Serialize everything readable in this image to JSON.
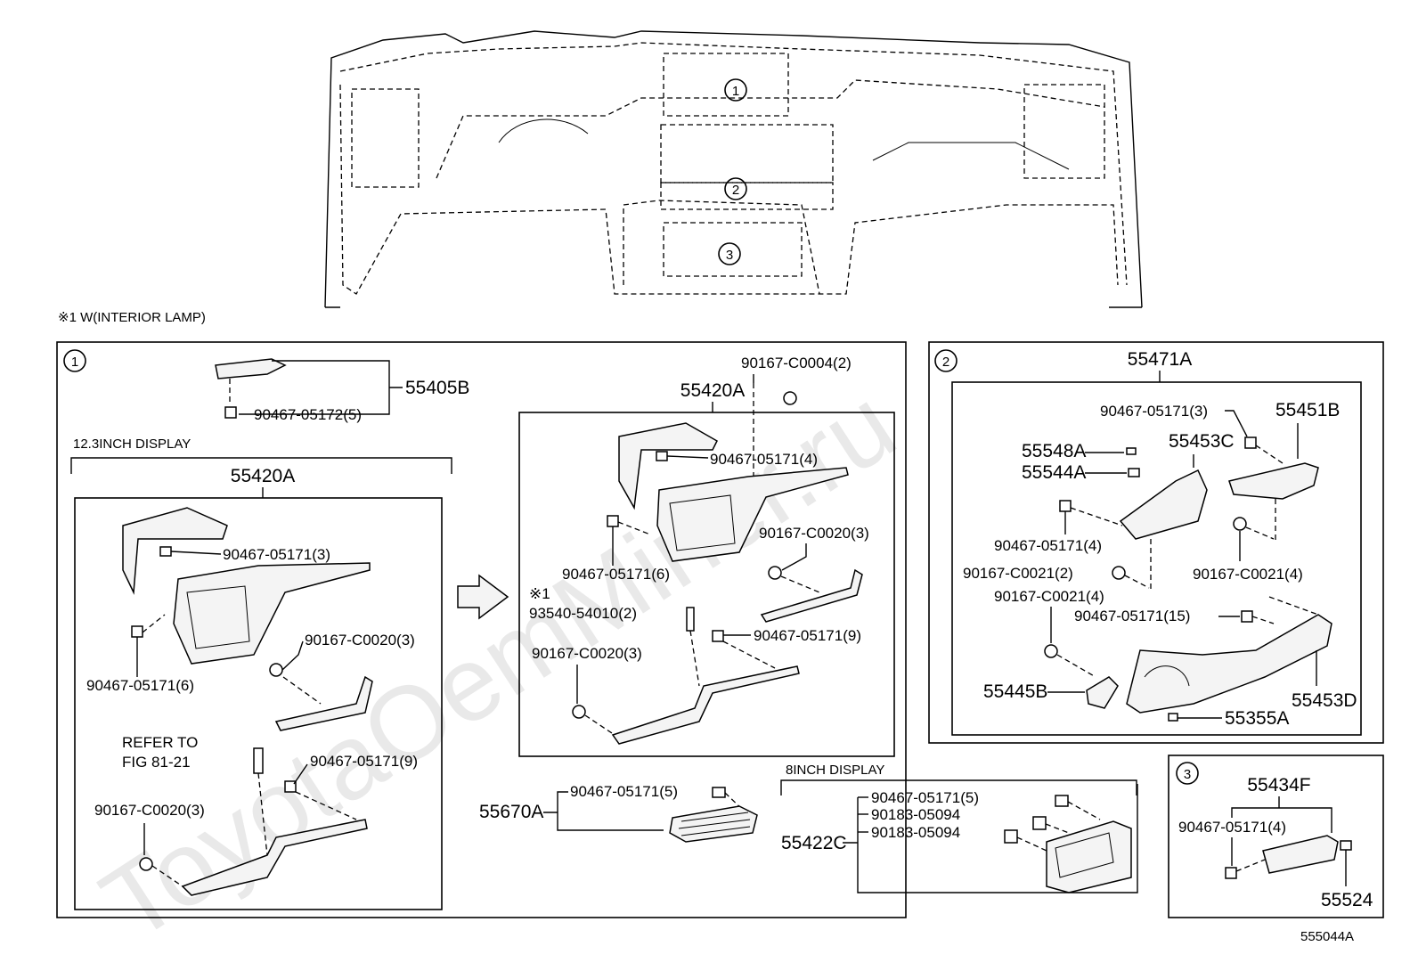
{
  "note": "※1 W(INTERIOR LAMP)",
  "watermark": "ToyotaOemMiner.ru",
  "figure_code": "555044A",
  "section1": {
    "marker": "1",
    "top_part": "55405B",
    "top_clip": "90467-05172(5)",
    "display_12": {
      "title": "12.3INCH DISPLAY",
      "assembly": "55420A",
      "clip_a": "90467-05171(3)",
      "clip_b": "90467-05171(6)",
      "screw_a": "90167-C0020(3)",
      "clip_c": "90467-05171(9)",
      "refer_1": "REFER TO",
      "refer_2": "FIG 81-21",
      "screw_b": "90167-C0020(3)"
    },
    "display_8_upper": {
      "screw_top": "90167-C0004(2)",
      "assembly": "55420A",
      "clip_a": "90467-05171(4)",
      "clip_b": "90467-05171(6)",
      "screw_a": "90167-C0020(3)",
      "note_mark": "※1",
      "bulb": "93540-54010(2)",
      "clip_c": "90467-05171(9)",
      "screw_b": "90167-C0020(3)"
    },
    "vent": {
      "part": "55670A",
      "clip": "90467-05171(5)"
    },
    "display_8": {
      "title": "8INCH DISPLAY",
      "part": "55422C",
      "clip": "90467-05171(5)",
      "nut_a": "90183-05094",
      "nut_b": "90183-05094"
    }
  },
  "section2": {
    "marker": "2",
    "assembly": "55471A",
    "clip_top": "90467-05171(3)",
    "part_right": "55451B",
    "pad_a": "55548A",
    "pad_b": "55544A",
    "center": "55453C",
    "clip_a": "90467-05171(4)",
    "screw_a": "90167-C0021(2)",
    "screw_b": "90167-C0021(4)",
    "screw_c": "90167-C0021(4)",
    "clip_b": "90467-05171(15)",
    "bracket": "55445B",
    "lower": "55453D",
    "small": "55355A"
  },
  "section3": {
    "marker": "3",
    "assembly": "55434F",
    "clip": "90467-05171(4)",
    "part": "55524"
  },
  "overview_markers": [
    "1",
    "2",
    "3"
  ]
}
